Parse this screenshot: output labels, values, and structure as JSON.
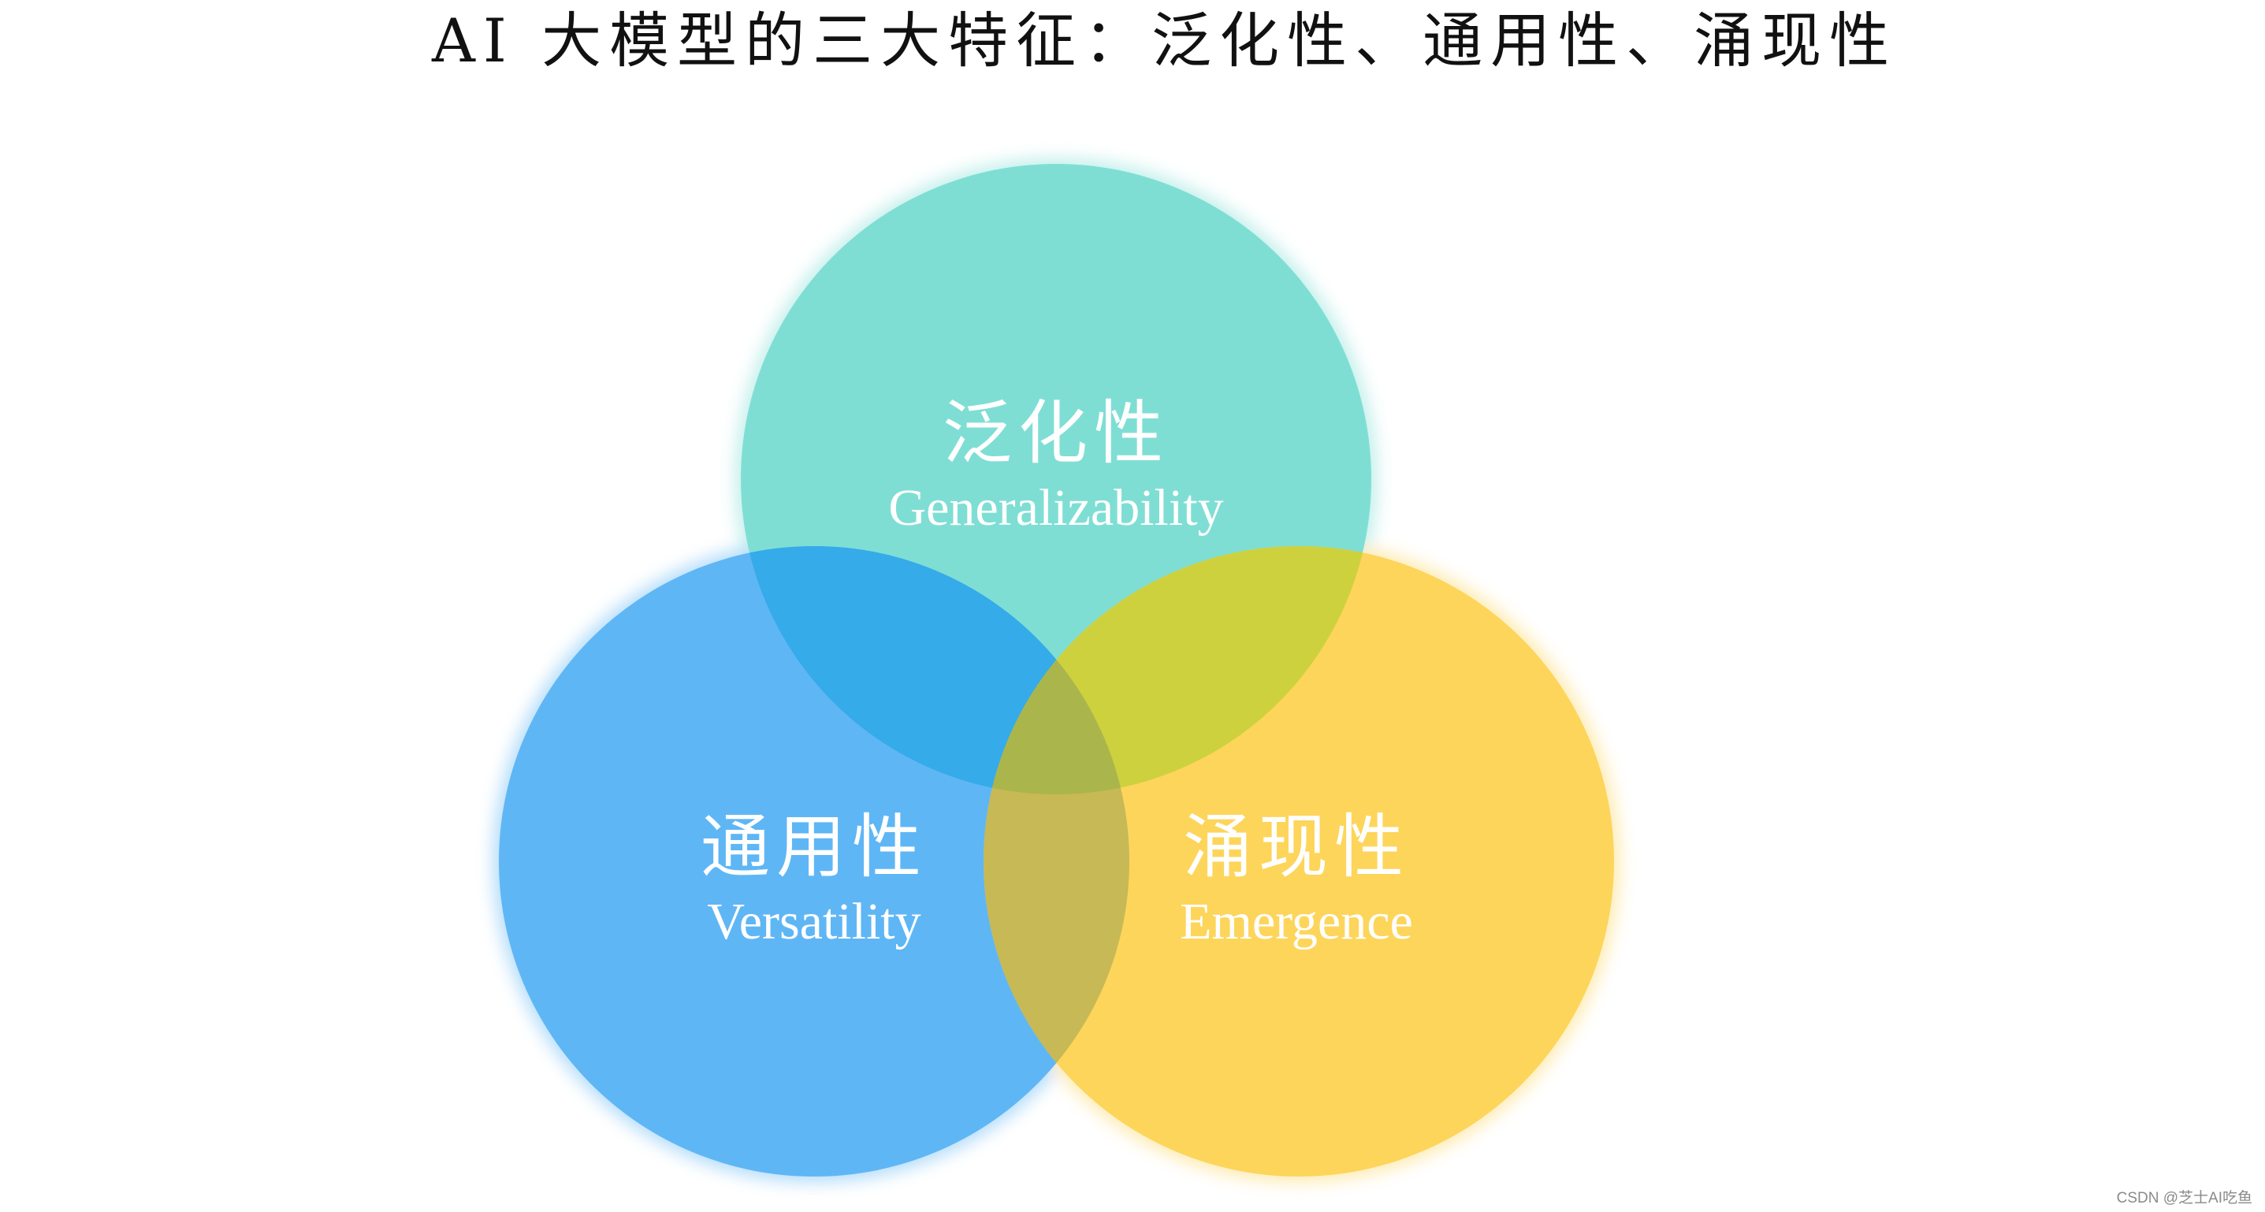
{
  "title": "AI 大模型的三大特征：泛化性、通用性、涌现性",
  "circles": [
    {
      "cn": "泛化性",
      "en": "Generalizability",
      "color": "#7fded4"
    },
    {
      "cn": "通用性",
      "en": "Versatility",
      "color": "#5fb6f5"
    },
    {
      "cn": "涌现性",
      "en": "Emergence",
      "color": "#fdd55b"
    }
  ],
  "overlap_colors": {
    "teal_blue": "#35abe9",
    "teal_yellow": "#cdd13e",
    "blue_yellow": "#c7b955",
    "center": "#aab64c"
  },
  "watermark": "CSDN @芝士AI吃鱼"
}
